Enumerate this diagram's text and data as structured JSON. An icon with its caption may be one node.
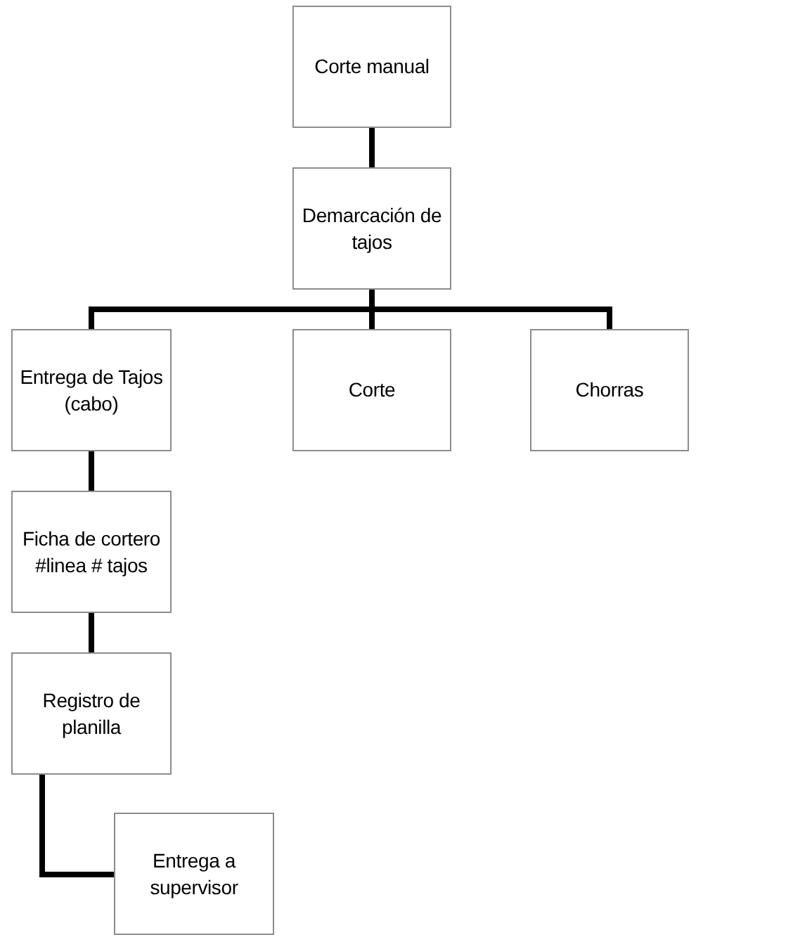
{
  "diagram": {
    "nodes": [
      {
        "text": [
          "Corte manual"
        ]
      },
      {
        "text": [
          "Demarcación de tajos"
        ]
      },
      {
        "text": [
          "Entrega de Tajos (cabo)"
        ]
      },
      {
        "text": [
          "Corte"
        ]
      },
      {
        "text": [
          "Chorras"
        ]
      },
      {
        "text": [
          "Ficha de cortero #linea # tajos"
        ]
      },
      {
        "text": [
          "Registro de planilla"
        ]
      },
      {
        "text": [
          "Entrega a supervisor"
        ]
      }
    ],
    "edges": [
      {
        "from": 0,
        "to": 1,
        "arrow": "none"
      },
      {
        "from": 1,
        "to": 2,
        "arrow": "none"
      },
      {
        "from": 1,
        "to": 3,
        "arrow": "none"
      },
      {
        "from": 1,
        "to": 4,
        "arrow": "none"
      },
      {
        "from": 2,
        "to": 5,
        "arrow": "none"
      },
      {
        "from": 5,
        "to": 6,
        "arrow": "none"
      },
      {
        "from": 6,
        "to": 7,
        "arrow": "none"
      }
    ]
  }
}
